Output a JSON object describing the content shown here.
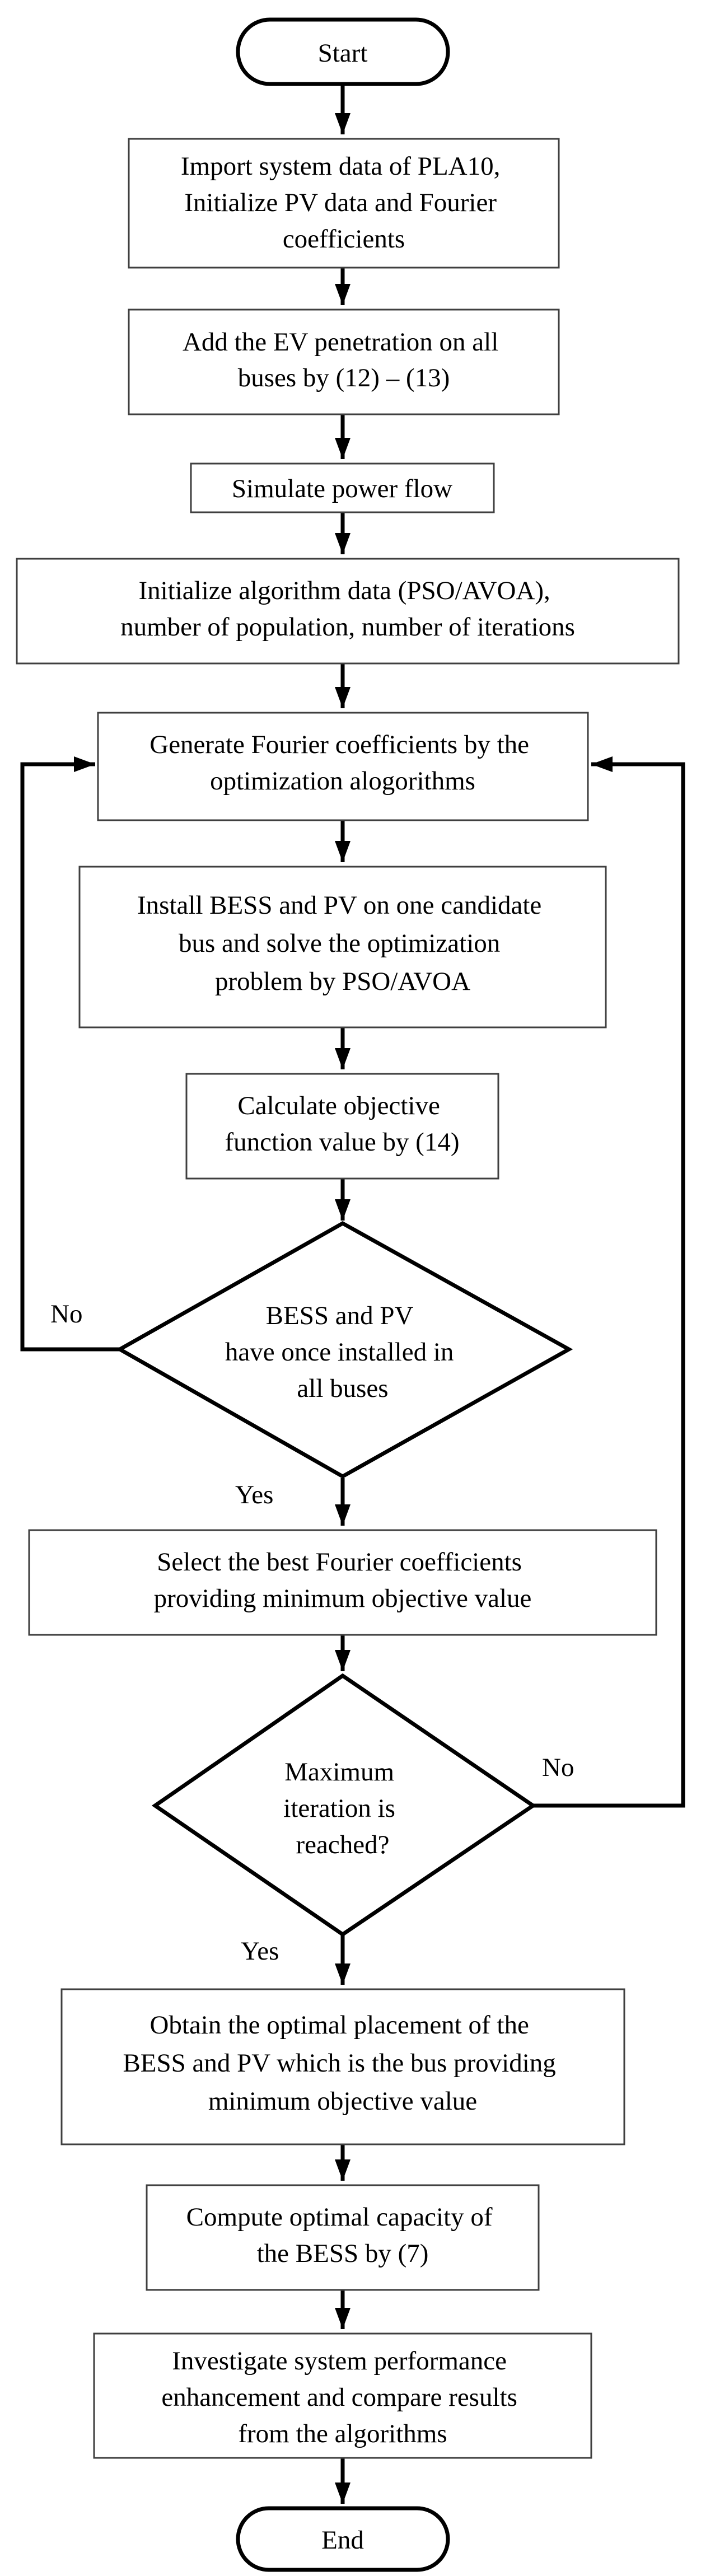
{
  "flowchart": {
    "start": "Start",
    "end": "End",
    "import_data": [
      "Import system data of PLA10,",
      "Initialize PV data and Fourier",
      "coefficients"
    ],
    "add_ev": [
      "Add the EV penetration on all",
      "buses by (12) – (13)"
    ],
    "simulate": "Simulate power flow",
    "init_algorithm": [
      "Initialize algorithm data (PSO/AVOA),",
      "number of population, number of iterations"
    ],
    "generate": [
      "Generate Fourier coefficients by the",
      "optimization alogorithms"
    ],
    "install": [
      "Install BESS and PV on one candidate",
      "bus and solve the optimization",
      "problem by PSO/AVOA"
    ],
    "calculate": [
      "Calculate objective",
      "function value by (14)"
    ],
    "decision_installed": [
      "BESS and PV",
      "have once installed in",
      "all buses"
    ],
    "select_best": [
      "Select the best Fourier coefficients",
      "providing minimum objective value"
    ],
    "decision_max_iter": [
      "Maximum",
      "iteration is",
      "reached?"
    ],
    "obtain": [
      "Obtain the optimal placement of the",
      "BESS and PV which is the bus providing",
      "minimum objective value"
    ],
    "compute": [
      "Compute optimal capacity of",
      "the BESS by (7)"
    ],
    "investigate": [
      "Investigate system performance",
      "enhancement and compare results",
      "from the algorithms"
    ],
    "label_no_1": "No",
    "label_yes_1": "Yes",
    "label_no_2": "No",
    "label_yes_2": "Yes"
  }
}
